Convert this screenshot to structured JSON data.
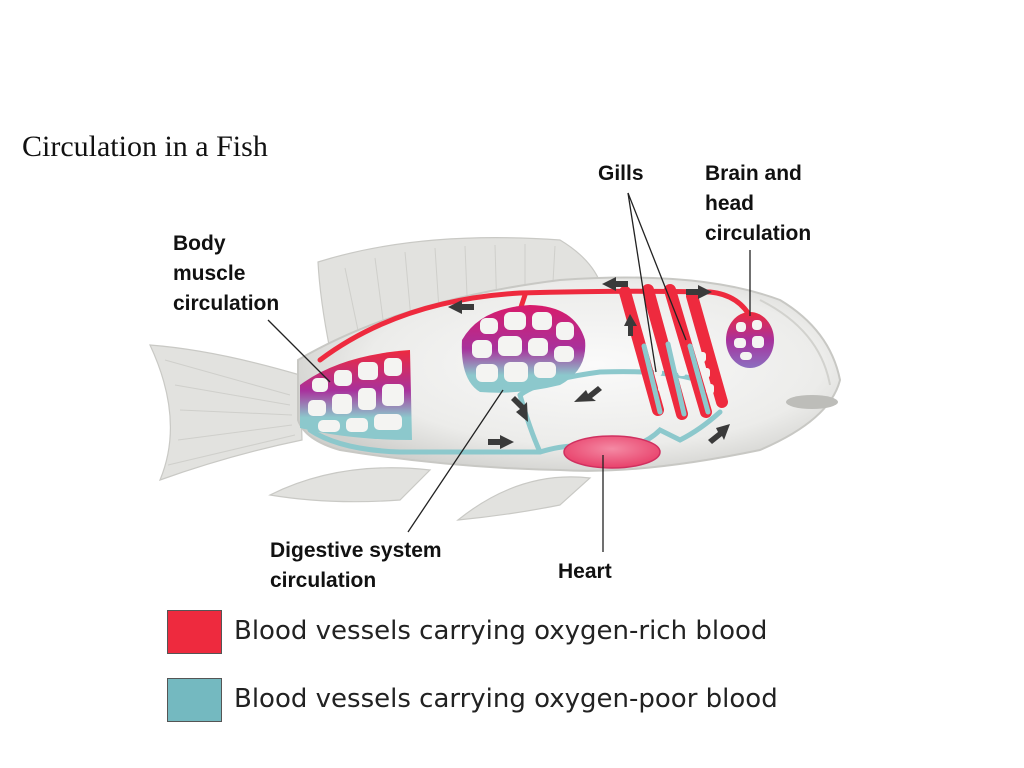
{
  "title": "Circulation in a Fish",
  "labels": {
    "gills": "Gills",
    "brain": "Brain and\nhead\ncirculation",
    "body": "Body\nmuscle\ncirculation",
    "digestive": "Digestive system\ncirculation",
    "heart": "Heart"
  },
  "legend": [
    {
      "color": "#ee2a3e",
      "text": "Blood vessels carrying oxygen-rich blood"
    },
    {
      "color": "#74b9c0",
      "text": "Blood vessels carrying oxygen-poor blood"
    }
  ],
  "colors": {
    "oxygen_rich": "#ee2a3e",
    "oxygen_poor": "#8cc8cc",
    "mixed": "#a8319c",
    "heart": "#e8406a",
    "fish_body": "#e8e8e6"
  }
}
